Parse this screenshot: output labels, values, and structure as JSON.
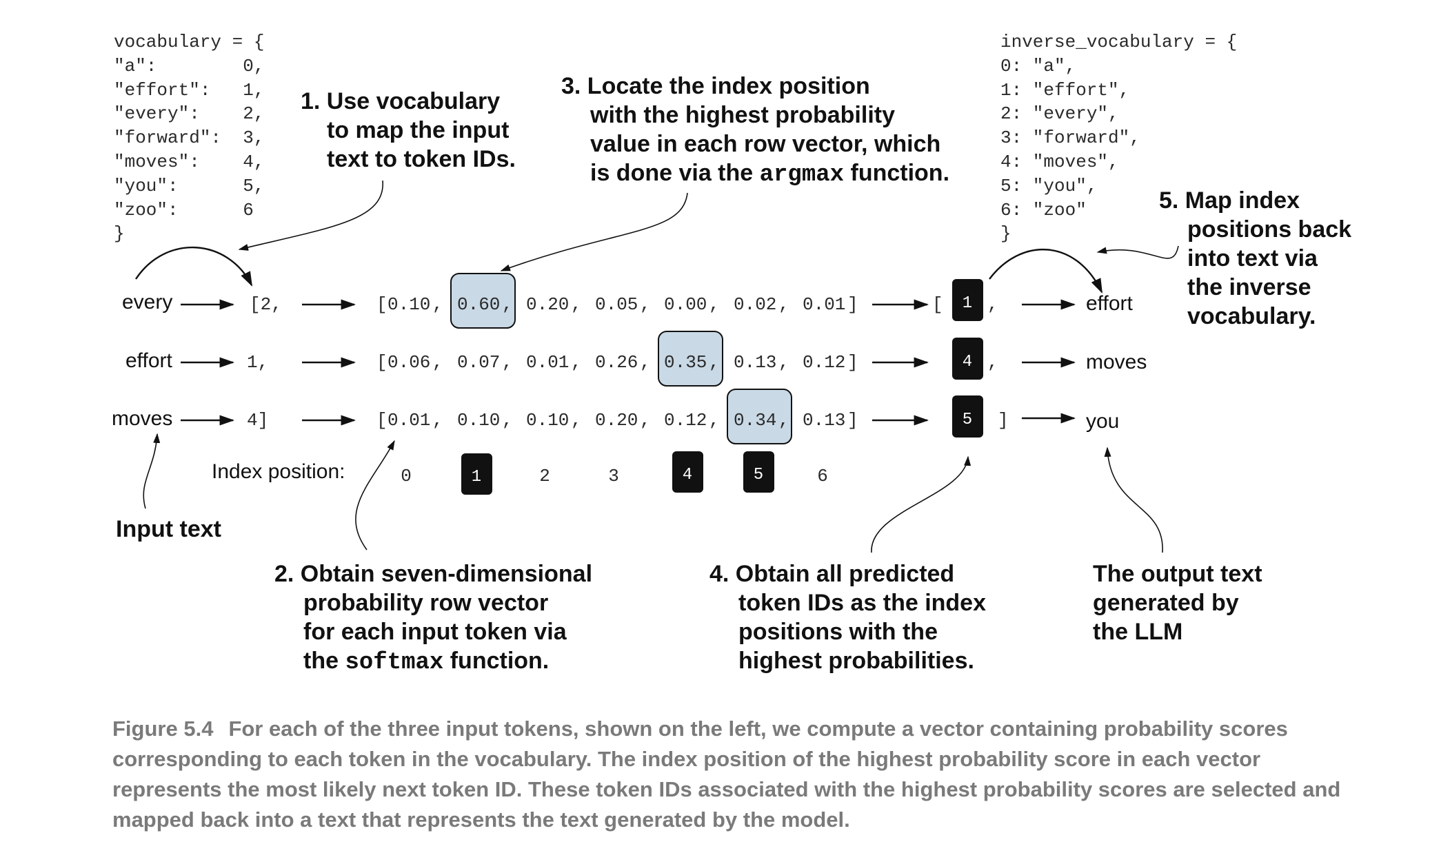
{
  "vocabulary": {
    "header": "vocabulary = {",
    "lines": [
      "\"a\":        0,",
      "\"effort\":   1,",
      "\"every\":    2,",
      "\"forward\":  3,",
      "\"moves\":    4,",
      "\"you\":      5,",
      "\"zoo\":      6"
    ],
    "footer": "}"
  },
  "inverse_vocabulary": {
    "header": "inverse_vocabulary = {",
    "lines": [
      "0: \"a\",",
      "1: \"effort\",",
      "2: \"every\",",
      "3: \"forward\",",
      "4: \"moves\",",
      "5: \"you\",",
      "6: \"zoo\""
    ],
    "footer": "}"
  },
  "rows": [
    {
      "input": "every",
      "token_id": "[2,",
      "probs": [
        "0.10",
        "0.60",
        "0.20",
        "0.05",
        "0.00",
        "0.02",
        "0.01"
      ],
      "highlight_index": 1,
      "open": "[",
      "close": "]",
      "pred_prefix": "[",
      "pred_id": "1",
      "pred_suffix": ",",
      "output": "effort"
    },
    {
      "input": "effort",
      "token_id": "1,",
      "probs": [
        "0.06",
        "0.07",
        "0.01",
        "0.26",
        "0.35",
        "0.13",
        "0.12"
      ],
      "highlight_index": 4,
      "open": "[",
      "close": "]",
      "pred_prefix": "",
      "pred_id": "4",
      "pred_suffix": ",",
      "output": "moves"
    },
    {
      "input": "moves",
      "token_id": "4]",
      "probs": [
        "0.01",
        "0.10",
        "0.10",
        "0.20",
        "0.12",
        "0.34",
        "0.13"
      ],
      "highlight_index": 5,
      "open": "[",
      "close": "]",
      "pred_prefix": "",
      "pred_id": "5",
      "pred_suffix": "]",
      "output": "you"
    }
  ],
  "index_position": {
    "label": "Index position:",
    "values": [
      "0",
      "1",
      "2",
      "3",
      "4",
      "5",
      "6"
    ],
    "highlighted": [
      1,
      4,
      5
    ]
  },
  "notes": {
    "step1": [
      "1. Use vocabulary",
      "to map the input",
      "text to token IDs."
    ],
    "step2": [
      "2. Obtain seven-dimensional",
      "probability row vector",
      "for each input token via"
    ],
    "step2_last": {
      "pre": "the ",
      "code": "softmax",
      "post": " function."
    },
    "step3": [
      "3. Locate the index position",
      "with the highest probability",
      "value in each row vector, which"
    ],
    "step3_last": {
      "pre": "is done via the ",
      "code": "argmax",
      "post": " function."
    },
    "step4": [
      "4. Obtain all predicted",
      "token IDs as the index",
      "positions with the",
      "highest probabilities."
    ],
    "step5": [
      "5. Map index",
      "positions back",
      "into text via",
      "the inverse",
      "vocabulary."
    ],
    "input_text": "Input text",
    "output_text": [
      "The output text",
      "generated by",
      "the LLM"
    ]
  },
  "caption": {
    "label": "Figure 5.4",
    "text": "For each of the three input tokens, shown on the left, we compute a vector containing probability scores corresponding to each token in the vocabulary. The index position of the highest probability score in each vector represents the most likely next token ID. These token IDs associated with the highest probability scores are selected and mapped back into a text that represents the text generated by the model."
  },
  "colors": {
    "highlight_fill": "#c9d9e6",
    "badge_fill": "#111111",
    "caption_text": "#7a7a7a"
  }
}
